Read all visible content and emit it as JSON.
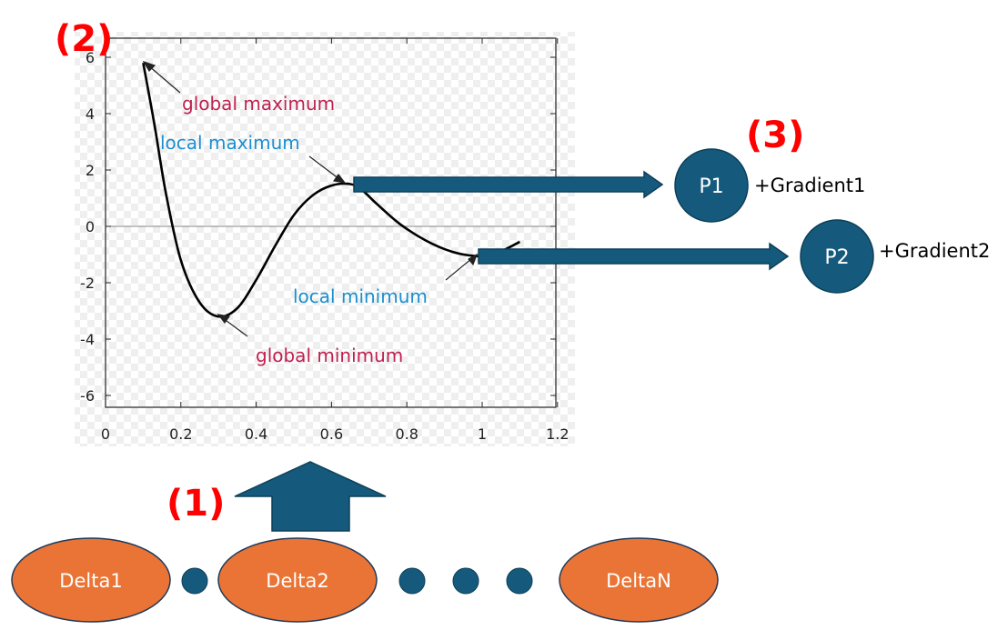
{
  "step_labels": {
    "step1": "(1)",
    "step2": "(2)",
    "step3": "(3)"
  },
  "annotations": {
    "global_maximum": "global maximum",
    "local_maximum": "local maximum",
    "local_minimum": "local minimum",
    "global_minimum": "global minimum"
  },
  "points": {
    "p1": {
      "label": "P1",
      "gradient": "+Gradient1"
    },
    "p2": {
      "label": "P2",
      "gradient": "+Gradient2"
    }
  },
  "deltas": [
    "Delta1",
    "Delta2",
    "DeltaN"
  ],
  "colors": {
    "step_red": "#ff0000",
    "maximum_annotation": "#c0204f",
    "minimum_or_local_annotation": "#1a8fd0",
    "node_blue": "#155a7c",
    "delta_orange": "#ea7435"
  },
  "chart_data": {
    "type": "line",
    "xlim": [
      0,
      1.2
    ],
    "ylim": [
      -7,
      6.5
    ],
    "x_ticks": [
      "0",
      "0.2",
      "0.4",
      "0.6",
      "0.8",
      "1",
      "1.2"
    ],
    "y_ticks": [
      "6",
      "4",
      "2",
      "0",
      "-2",
      "-4",
      "-6"
    ],
    "series": [
      {
        "x": [
          0.1,
          0.13,
          0.16,
          0.2,
          0.25,
          0.3,
          0.35,
          0.4,
          0.45,
          0.5,
          0.55,
          0.6,
          0.65,
          0.68,
          0.72,
          0.78,
          0.85,
          0.92,
          0.98,
          1.03,
          1.1
        ],
        "y": [
          5.8,
          3.6,
          1.2,
          -1.2,
          -2.7,
          -3.2,
          -2.9,
          -1.9,
          -0.7,
          0.4,
          1.1,
          1.45,
          1.5,
          1.3,
          0.8,
          0.1,
          -0.5,
          -0.9,
          -1.05,
          -1.0,
          -0.55
        ]
      }
    ],
    "annotated_points": [
      {
        "name": "global_maximum",
        "x": 0.1,
        "y": 5.8
      },
      {
        "name": "local_maximum",
        "x": 0.66,
        "y": 1.5
      },
      {
        "name": "global_minimum",
        "x": 0.3,
        "y": -3.2
      },
      {
        "name": "local_minimum",
        "x": 1.0,
        "y": -1.05
      }
    ]
  }
}
